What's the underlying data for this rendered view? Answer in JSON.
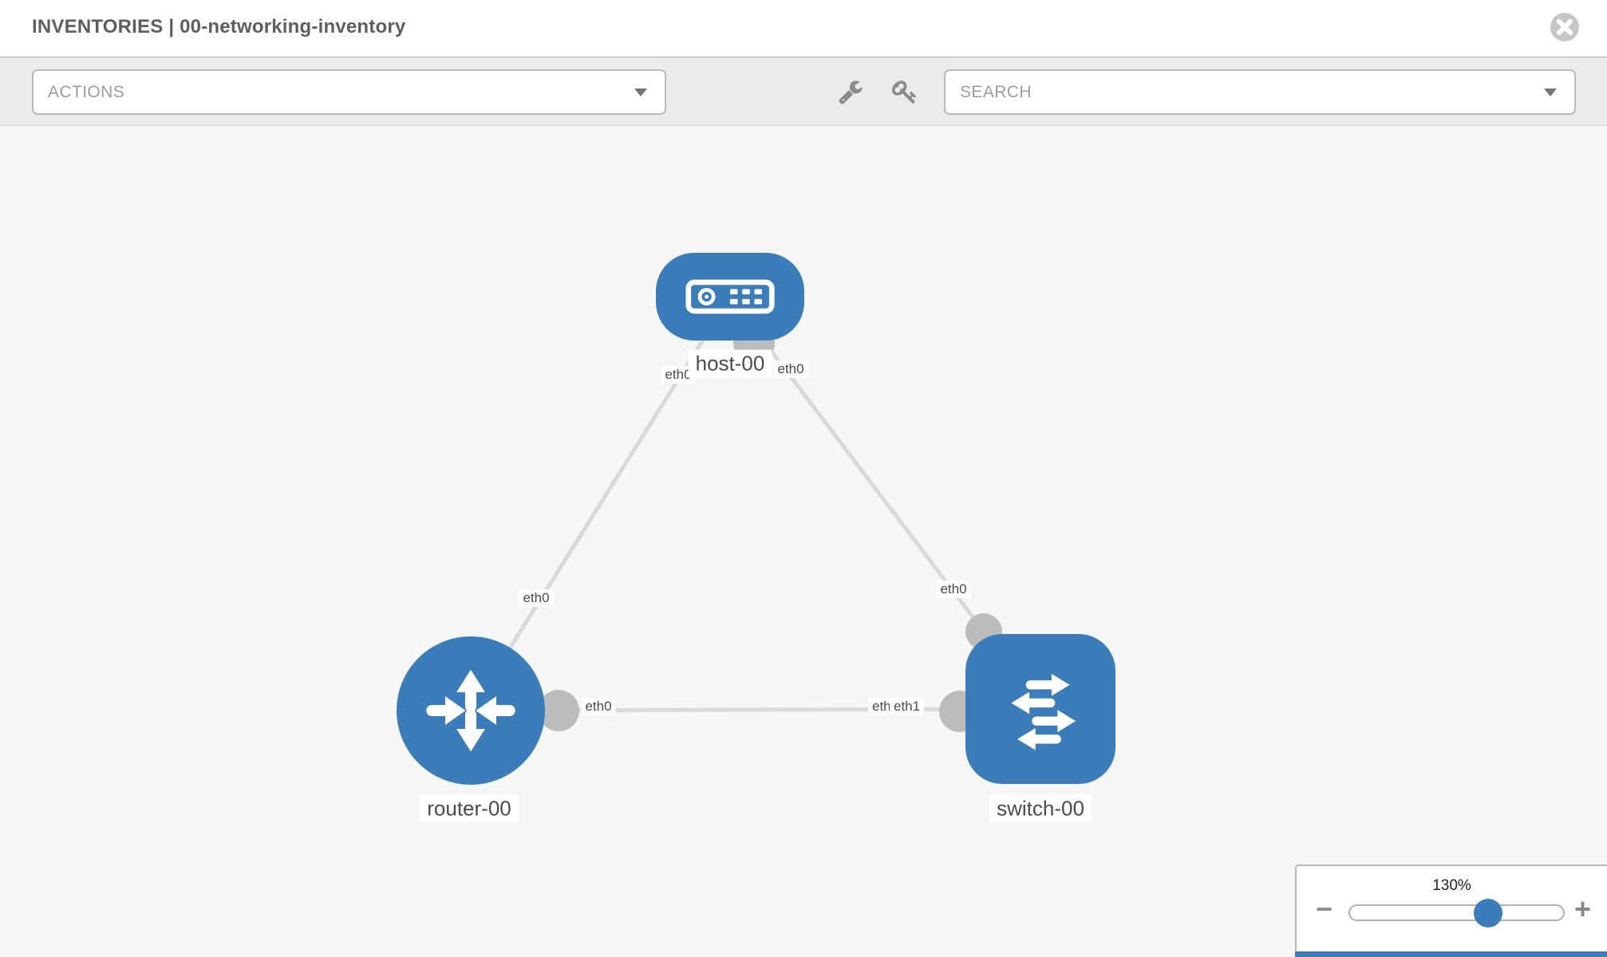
{
  "header": {
    "title": "INVENTORIES | 00-networking-inventory"
  },
  "toolbar": {
    "actions_label": "ACTIONS",
    "search_label": "SEARCH"
  },
  "nodes": {
    "host": "host-00",
    "router": "router-00",
    "switch": "switch-00"
  },
  "interfaces": {
    "host_to_router_host_end": "eth0",
    "host_to_router_router_end": "eth0",
    "host_to_switch_host_end": "eth0",
    "host_to_switch_switch_end": "eth0",
    "router_to_switch_router_end": "eth0",
    "router_to_switch_switch_end_back": "eth0",
    "router_to_switch_switch_end_front": "eth1"
  },
  "zoom": {
    "value": "130%",
    "minus": "−",
    "plus": "+"
  },
  "colors": {
    "node_blue": "#3b7cba",
    "link_gray": "#d9d9d9",
    "port_gray": "#bcbcbc",
    "canvas_bg": "#f6f6f6"
  }
}
